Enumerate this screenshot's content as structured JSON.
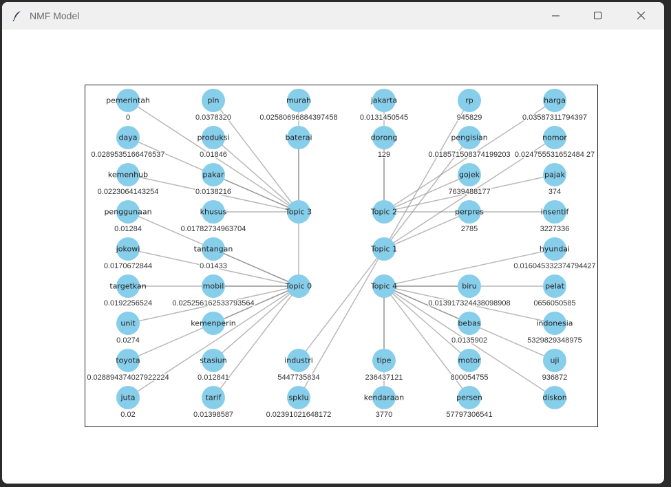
{
  "window": {
    "title": "NMF Model"
  },
  "graph": {
    "node_color": "#87ceeb",
    "edge_color": "#808080",
    "topics": [
      "Topic 0",
      "Topic 1",
      "Topic 2",
      "Topic 3",
      "Topic 4"
    ],
    "edges": [
      {
        "topic": "Topic 0",
        "word": "murah",
        "label": "0.02580696884397458"
      },
      {
        "topic": "Topic 2",
        "word": "jakarta",
        "label": "0.0131450545"
      },
      {
        "topic": "Topic 2",
        "word": "dorong",
        "label": "129"
      },
      {
        "topic": "Topic 1",
        "word": "rp",
        "label": "945829"
      },
      {
        "topic": "Topic 1",
        "word": "pengisian",
        "label": "0.018571508374199203"
      },
      {
        "topic": "Topic 2",
        "word": "harga",
        "label": "0.03587311794397"
      },
      {
        "topic": "Topic 2",
        "word": "gojek",
        "label": "7639488177"
      },
      {
        "topic": "Topic 1",
        "word": "nomor",
        "label": "0.024755531652484 27"
      },
      {
        "topic": "Topic 2",
        "word": "pajak",
        "label": "374"
      },
      {
        "topic": "Topic 1",
        "word": "perpres",
        "label": "2785"
      },
      {
        "topic": "Topic 2",
        "word": "insentif",
        "label": "3227336"
      },
      {
        "topic": "Topic 4",
        "word": "hyundai",
        "label": "0.016045332374794427"
      },
      {
        "topic": "Topic 4",
        "word": "pelat",
        "label": "0656050585"
      },
      {
        "topic": "Topic 4",
        "word": "biru",
        "label": "0.013917324438098908"
      },
      {
        "topic": "Topic 4",
        "word": "indonesia",
        "label": "5329829348975"
      },
      {
        "topic": "Topic 4",
        "word": "uji",
        "label": "936872"
      },
      {
        "topic": "Topic 4",
        "word": "bebas",
        "label": "0.0135902"
      },
      {
        "topic": "Topic 4",
        "word": "motor",
        "label": "800054755"
      },
      {
        "topic": "Topic 4",
        "word": "diskon",
        "label": ""
      },
      {
        "topic": "Topic 4",
        "word": "persen",
        "label": "57797306541"
      },
      {
        "topic": "Topic 4",
        "word": "tipe",
        "label": "236437121"
      },
      {
        "topic": "Topic 4",
        "word": "kendaraan",
        "label": "3770"
      },
      {
        "topic": "Topic 1",
        "word": "spklu",
        "label": "0.02391021648172"
      },
      {
        "topic": "Topic 1",
        "word": "industri",
        "label": "5447735834"
      },
      {
        "topic": "Topic 0",
        "word": "tarif",
        "label": "0.01398587"
      },
      {
        "topic": "Topic 0",
        "word": "stasiun",
        "label": "0.012841"
      },
      {
        "topic": "Topic 0",
        "word": "juta",
        "label": "0.02"
      },
      {
        "topic": "Topic 0",
        "word": "kemenperin",
        "label": ""
      },
      {
        "topic": "Topic 0",
        "word": "toyota",
        "label": "0.028894374027922224"
      },
      {
        "topic": "Topic 0",
        "word": "unit",
        "label": "0.0274"
      },
      {
        "topic": "Topic 0",
        "word": "mobil",
        "label": "0.025256162533793564"
      },
      {
        "topic": "Topic 0",
        "word": "targetkan",
        "label": "0.0192256524"
      },
      {
        "topic": "Topic 0",
        "word": "jokowi",
        "label": "0.0170672844"
      },
      {
        "topic": "Topic 0",
        "word": "tantangan",
        "label": "0.01433"
      },
      {
        "topic": "Topic 0",
        "word": "penggunaan",
        "label": "0.01284"
      },
      {
        "topic": "Topic 3",
        "word": "khusus",
        "label": "0.01782734963704"
      },
      {
        "topic": "Topic 3",
        "word": "kemenhub",
        "label": "0.0223064143254"
      },
      {
        "topic": "Topic 3",
        "word": "daya",
        "label": "0.0289535166476537"
      },
      {
        "topic": "Topic 3",
        "word": "pakar",
        "label": "0.0138216"
      },
      {
        "topic": "Topic 3",
        "word": "pemerintah",
        "label": "0"
      },
      {
        "topic": "Topic 3",
        "word": "produksi",
        "label": "0.01846"
      },
      {
        "topic": "Topic 3",
        "word": "pln",
        "label": "0.0378320"
      },
      {
        "topic": "Topic 3",
        "word": "baterai",
        "label": ""
      }
    ]
  }
}
